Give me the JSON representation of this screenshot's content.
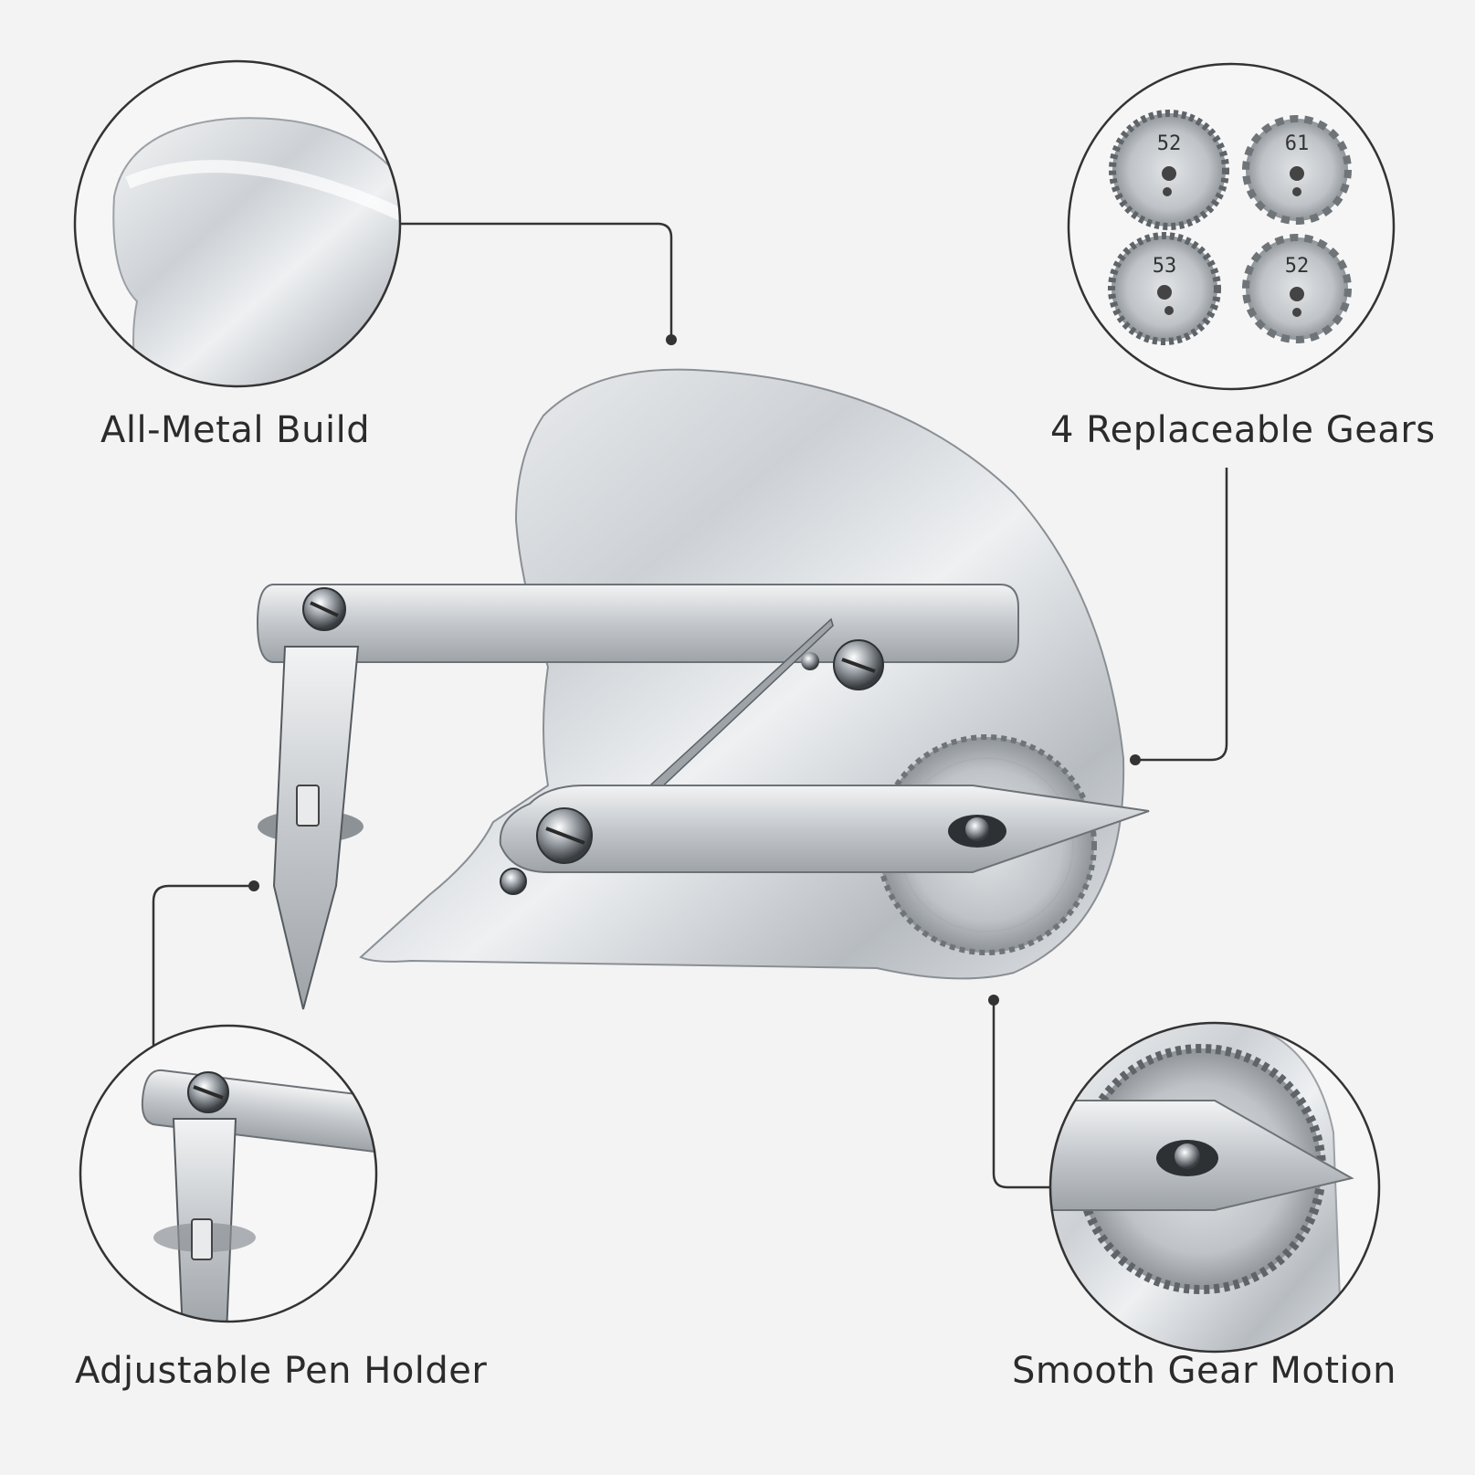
{
  "features": {
    "metal": {
      "label": "All-Metal Build"
    },
    "gears": {
      "label": "4 Replaceable Gears",
      "gear_numbers": [
        "52",
        "61",
        "53",
        "52"
      ]
    },
    "pen": {
      "label": "Adjustable Pen Holder"
    },
    "motion": {
      "label": "Smooth Gear Motion"
    }
  },
  "colors": {
    "background": "#f3f3f3",
    "metal": "#c9cdd1",
    "outline": "#333333",
    "text": "#2b2b2b"
  }
}
